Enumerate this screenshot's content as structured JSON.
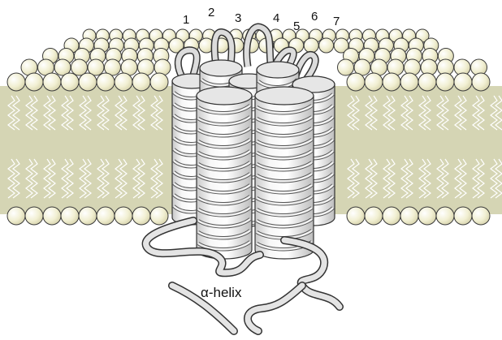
{
  "diagram": {
    "helix_numbers": [
      "1",
      "2",
      "3",
      "4",
      "5",
      "6",
      "7"
    ],
    "caption": "α-helix",
    "colors": {
      "bilayer_core": "#d5d5b4",
      "lipid_head": "#f1efd2",
      "lipid_head_edge": "#3a3a3a",
      "tail_zigzag": "#ffffff",
      "cylinder_fill": "#f4f4f4",
      "cylinder_top": "#e6e6e6",
      "helix_ribbon": "#cfcfcf",
      "outline": "#333333"
    }
  }
}
